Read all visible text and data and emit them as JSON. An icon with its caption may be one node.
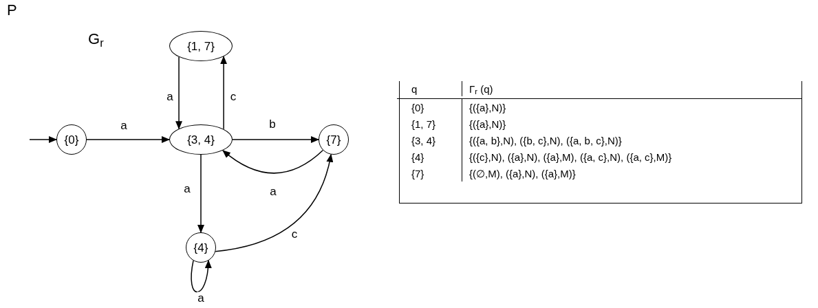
{
  "diagram": {
    "title": "P",
    "nodes": [
      {
        "text": [
          "{0}"
        ]
      },
      {
        "text": [
          "{1, 7}"
        ]
      },
      {
        "text": [
          "{3, 4}"
        ]
      },
      {
        "text": [
          "{7}"
        ]
      },
      {
        "text": [
          "{4}"
        ]
      }
    ],
    "edges": [
      {
        "from": null,
        "to": 0,
        "arrow": "to"
      },
      {
        "from": 0,
        "to": 2,
        "arrow": "to",
        "label": "a"
      },
      {
        "from": 1,
        "to": 2,
        "arrow": "to",
        "label": "a"
      },
      {
        "from": 2,
        "to": 1,
        "arrow": "to",
        "label": "c"
      },
      {
        "from": 2,
        "to": 3,
        "arrow": "to",
        "label": "b"
      },
      {
        "from": 3,
        "to": 2,
        "arrow": "to",
        "label": "a"
      },
      {
        "from": 2,
        "to": 4,
        "arrow": "to",
        "label": "a"
      },
      {
        "from": 4,
        "to": 3,
        "arrow": "to",
        "label": "c"
      },
      {
        "from": 4,
        "to": 4,
        "arrow": "to",
        "label": "a"
      }
    ],
    "labels": [
      "G$_{r}$",
      "q",
      "Γ$_{r}$ (q)",
      "{0}",
      "{({a},N)}",
      "{1, 7}",
      "{({a},N)}",
      "{3, 4}",
      "{({a, b},N), ({b, c},N), ({a, b, c},N)}",
      "{4}",
      "{({c},N), ({a},N), ({a},M), ({a, c},N), ({a, c},M)}",
      "{7}",
      "{(∅,M), ({a},N), ({a},M)}"
    ]
  }
}
